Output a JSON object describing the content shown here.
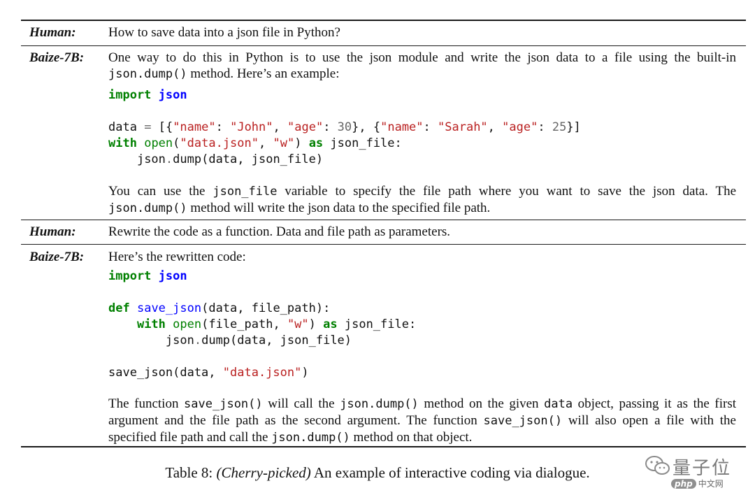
{
  "turns": [
    {
      "speaker": "Human:",
      "text": "How to save data into a json file in Python?"
    },
    {
      "speaker": "Baize-7B:",
      "intro": {
        "part1": "One way to do this in Python is to use the json module and write the json data to a file using the built-in",
        "code1": "json.dump()",
        "part2": " method. Here’s an example:"
      },
      "code": {
        "l1_kw": "import",
        "l1_mod": "json",
        "l2": {
          "a": "data",
          "eq": "=",
          "b": "[{",
          "s1": "\"name\"",
          "c1": ": ",
          "s2": "\"John\"",
          "c2": ", ",
          "s3": "\"age\"",
          "c3": ": ",
          "n1": "30",
          "c4": "}, {",
          "s4": "\"name\"",
          "c5": ": ",
          "s5": "\"Sarah\"",
          "c6": ", ",
          "s6": "\"age\"",
          "c7": ": ",
          "n2": "25",
          "c8": "}]"
        },
        "l3": {
          "kw1": "with",
          "bi": "open",
          "p1": "(",
          "s1": "\"data.json\"",
          "p2": ", ",
          "s2": "\"w\"",
          "p3": ") ",
          "kw2": "as",
          "p4": " json_file:"
        },
        "l4": {
          "a": "json",
          "dot": ".",
          "b": "dump(data, json_file)"
        }
      },
      "outro": {
        "t1": "You can use the ",
        "c1": "json_file",
        "t2": " variable to specify the file path where you want to save the json data.  The ",
        "c2": "json.dump()",
        "t3": " method will write the json data to the specified file path."
      }
    },
    {
      "speaker": "Human:",
      "text": "Rewrite the code as a function. Data and file path as parameters."
    },
    {
      "speaker": "Baize-7B:",
      "intro": "Here’s the rewritten code:",
      "code": {
        "l1_kw": "import",
        "l1_mod": "json",
        "l2": {
          "kw": "def",
          "fn": "save_json",
          "rest": "(data, file_path):"
        },
        "l3": {
          "kw1": "with",
          "bi": "open",
          "p1": "(file_path, ",
          "s1": "\"w\"",
          "p2": ") ",
          "kw2": "as",
          "p3": " json_file:"
        },
        "l4": {
          "a": "json",
          "dot": ".",
          "b": "dump(data, json_file)"
        },
        "l5": {
          "a": "save_json(data, ",
          "s1": "\"data.json\"",
          "b": ")"
        }
      },
      "outro": {
        "t1": "The function ",
        "c1": "save_json()",
        "t2": " will call the ",
        "c2": "json.dump()",
        "t3": " method on the given ",
        "c3": "data",
        "t4": " object, passing it as the first argument and the file path as the second argument. The function ",
        "c4": "save_json()",
        "t5": " will also open a file with the specified file path and call the ",
        "c5": "json.dump()",
        "t6": " method on that object."
      }
    }
  ],
  "caption": {
    "label": "Table 8: ",
    "emph": "(Cherry-picked)",
    "rest": " An example of interactive coding via dialogue."
  },
  "watermark": {
    "name": "量子位",
    "badge": "php",
    "site": "中文网"
  }
}
